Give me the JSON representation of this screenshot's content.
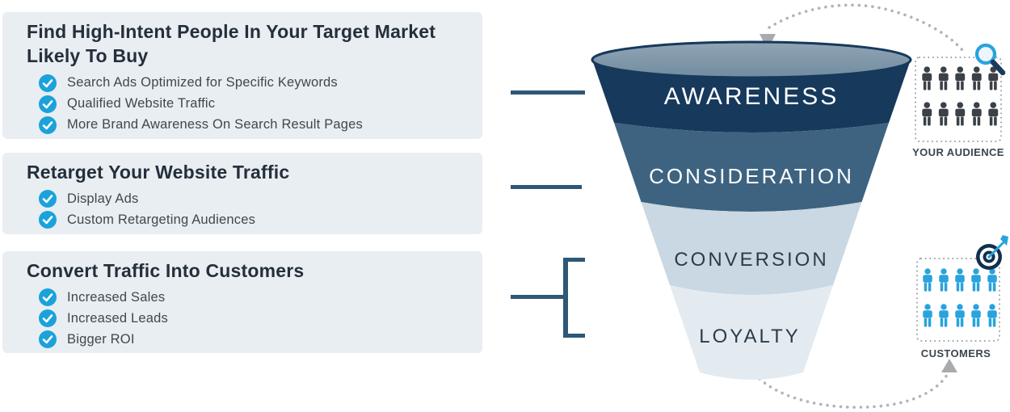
{
  "sections": [
    {
      "heading": "Find High-Intent People In Your Target Market Likely To Buy",
      "items": [
        "Search Ads Optimized for Specific Keywords",
        "Qualified Website Traffic",
        "More Brand Awareness On Search Result Pages"
      ]
    },
    {
      "heading": "Retarget Your Website Traffic",
      "items": [
        "Display Ads",
        "Custom Retargeting Audiences"
      ]
    },
    {
      "heading": "Convert Traffic Into Customers",
      "items": [
        "Increased Sales",
        "Increased Leads",
        "Bigger ROI"
      ]
    }
  ],
  "funnel": {
    "stages": [
      {
        "label": "AWARENESS",
        "color": "#16395c",
        "text_color": "#ffffff"
      },
      {
        "label": "CONSIDERATION",
        "color": "#3d6380",
        "text_color": "#ffffff"
      },
      {
        "label": "CONVERSION",
        "color": "#c9d8e2",
        "text_color": "#2c3b49"
      },
      {
        "label": "LOYALTY",
        "color": "#e3ebf1",
        "text_color": "#2c3b49"
      }
    ]
  },
  "audience_box": {
    "label": "YOUR AUDIENCE",
    "person_count": 10,
    "person_color": "#3c4147",
    "corner_icon": "magnifier-icon"
  },
  "customers_box": {
    "label": "CUSTOMERS",
    "person_count": 10,
    "person_color": "#29a3dd",
    "corner_icon": "target-icon"
  },
  "colors": {
    "panel_bg": "#e9eef2",
    "heading_text": "#242f3b",
    "item_text": "#40474f",
    "check_blue": "#1ba2da",
    "connector": "#2e5878",
    "funnel_rim": "#7e95a7",
    "flow_dots": "#b2b5b8",
    "flow_arrow": "#a8abae"
  }
}
